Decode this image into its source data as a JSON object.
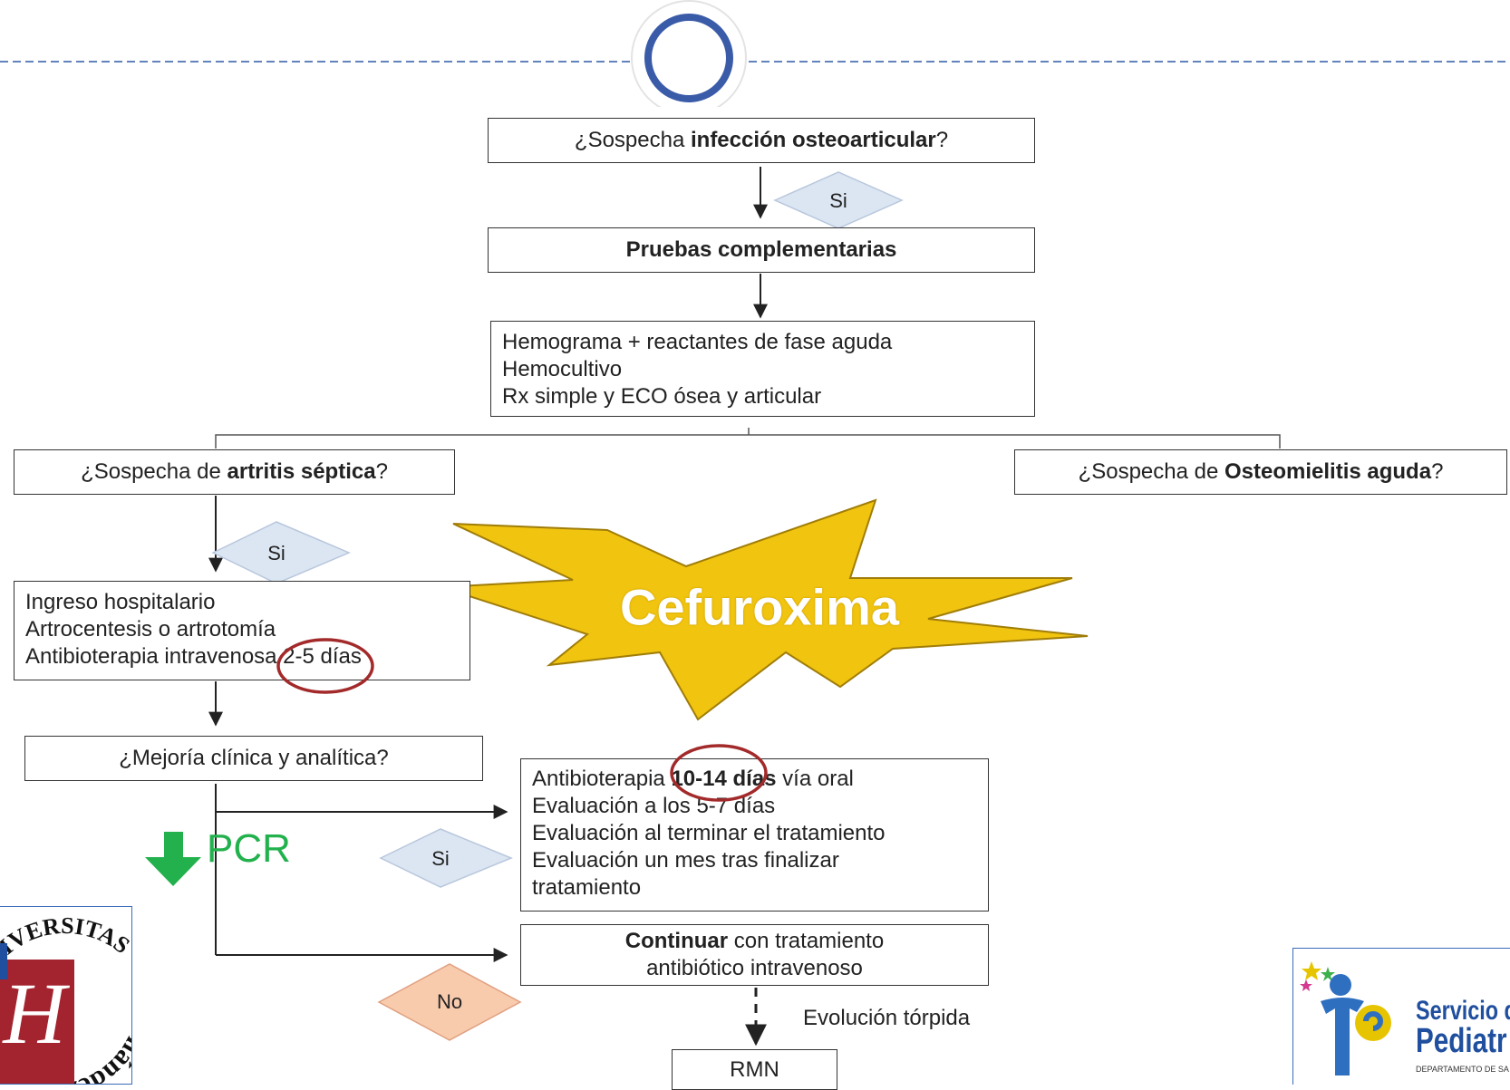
{
  "top_question": {
    "prefix": "¿Sospecha ",
    "bold": "infección osteoarticular",
    "suffix": "?"
  },
  "si_label_1": "Si",
  "pruebas_title": "Pruebas complementarias",
  "pruebas_items": [
    "Hemograma + reactantes de fase aguda",
    "Hemocultivo",
    "Rx simple  y ECO ósea y articular"
  ],
  "artritis_question": {
    "prefix": "¿Sospecha de ",
    "bold": "artritis séptica",
    "suffix": "?"
  },
  "osteomielitis_question": {
    "prefix": "¿Sospecha de ",
    "bold": "Osteomielitis aguda",
    "suffix": "?"
  },
  "si_label_2": "Si",
  "ingreso_items": [
    "Ingreso hospitalario",
    "Artrocentesis o artrotomía",
    "Antibioterapia intravenosa 2-5 días"
  ],
  "burst_label": "Cefuroxima",
  "mejoria_question": "¿Mejoría clínica y analítica?",
  "pcr_label": "PCR",
  "si_label_3": "Si",
  "antibio_first": {
    "prefix": "Antibioterapia ",
    "bold": "10-14 días",
    "suffix": " vía oral"
  },
  "antibio_items": [
    "Evaluación a los 5-7 días",
    "Evaluación al terminar el tratamiento",
    "Evaluación un mes tras finalizar",
    "tratamiento"
  ],
  "continuar": {
    "bold": "Continuar",
    "suffix": " con tratamiento",
    "line2": "antibiótico intravenoso"
  },
  "no_label": "No",
  "evolucion_label": "Evolución tórpida",
  "rmn_label": "RMN",
  "logo_left": {
    "arc_text": "UNIVERSITAS",
    "side_text": "nández",
    "monogram": "H"
  },
  "logo_right": {
    "title_1": "Servicio d",
    "title_2": "Pediatr",
    "dept": "DEPARTAMENTO DE SA"
  },
  "colors": {
    "dashed_line": "#2e5aa6",
    "circle": "#3a5ba8",
    "burst_fill": "#f1c40f",
    "burst_stroke": "#a07d08",
    "diamond_fill": "#dce6f2",
    "diamond_stroke": "#b8c7dd",
    "no_fill": "#f8cbad",
    "no_stroke": "#e0a080",
    "highlight_oval": "#a32a2a",
    "pcr_green": "#22b14c",
    "logo_red": "#a3232e",
    "logo_blue": "#1f4f9e"
  }
}
